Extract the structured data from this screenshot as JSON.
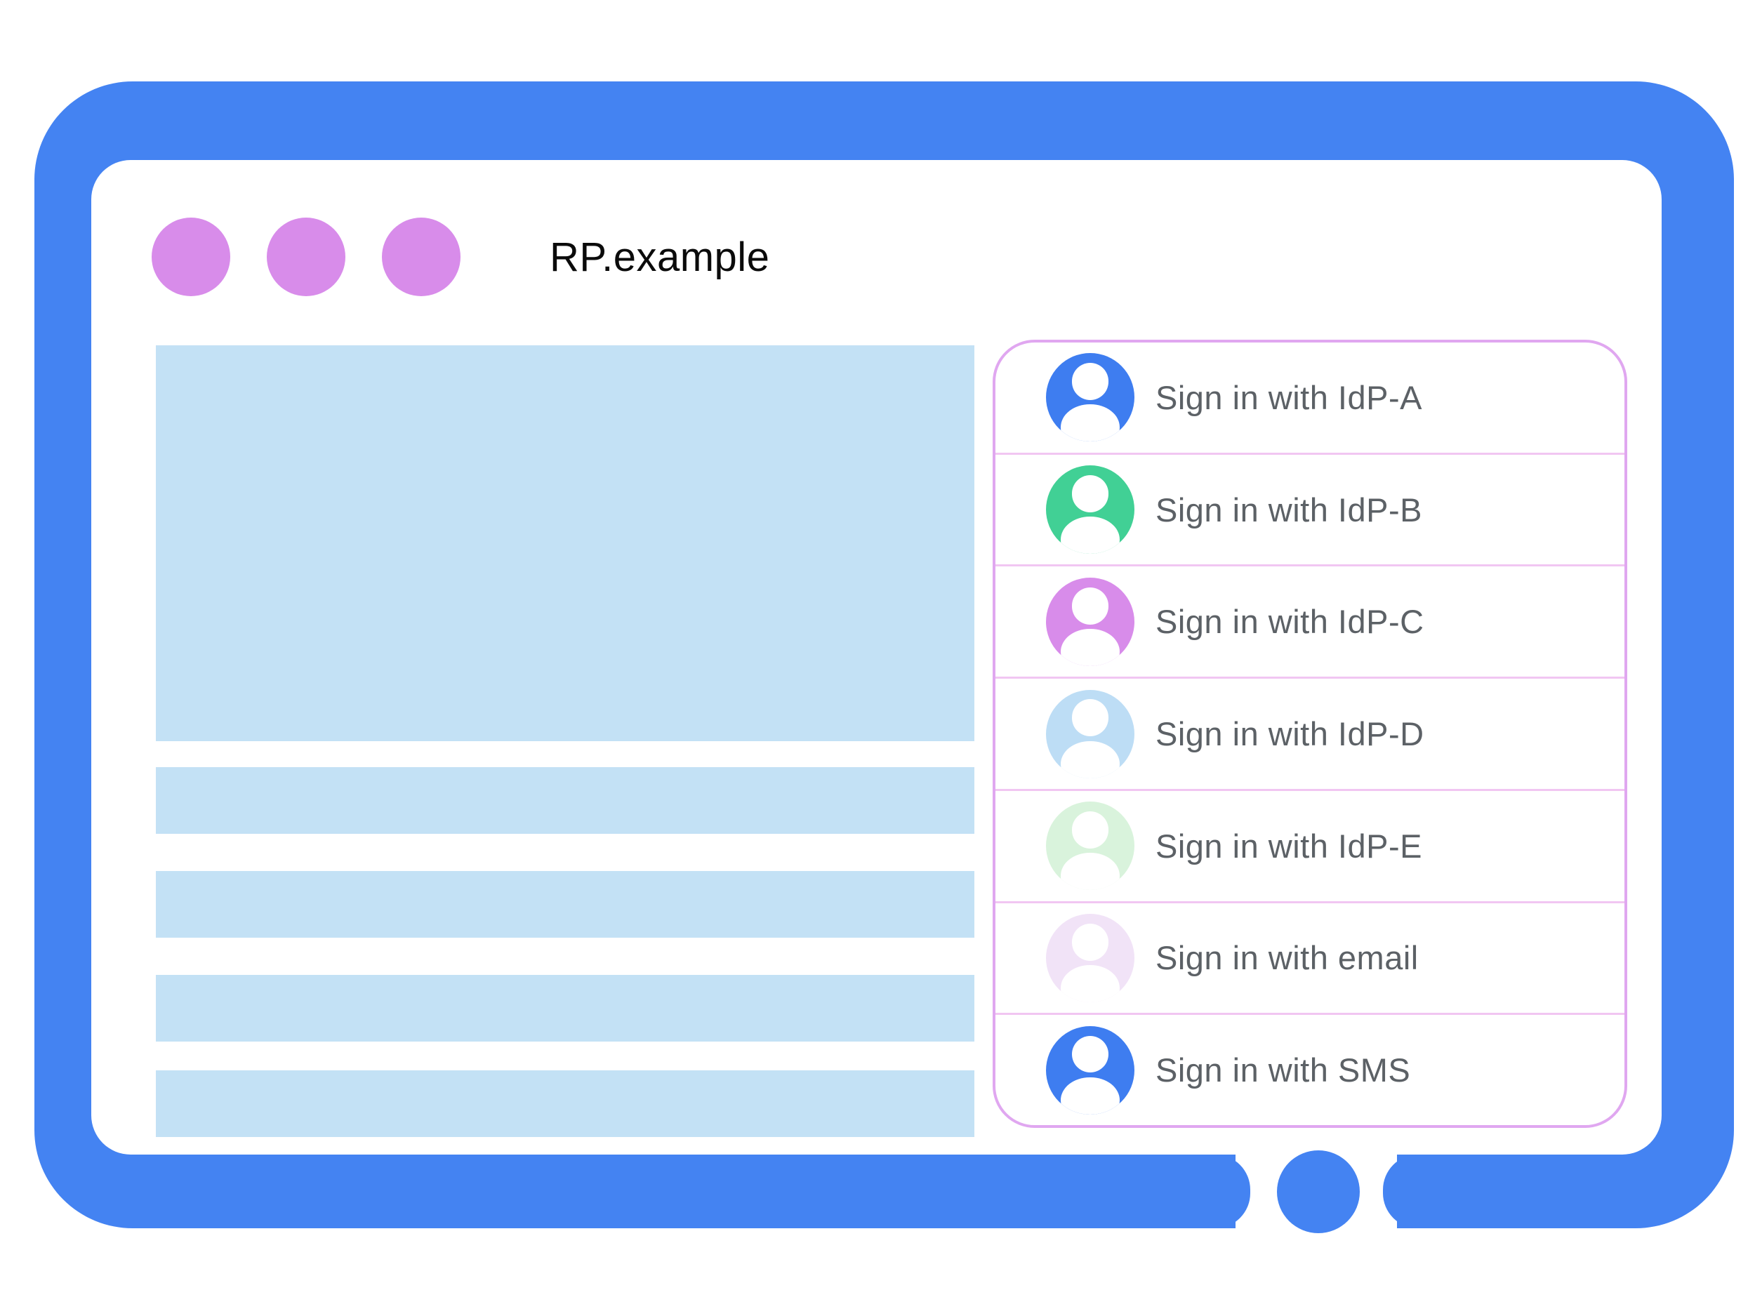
{
  "browser": {
    "title": "RP.example",
    "window_dot_count": 3
  },
  "signin_panel": {
    "options": [
      {
        "label": "Sign in with IdP-A",
        "avatar_icon": "person-icon",
        "avatar_color": "#3E7DF0"
      },
      {
        "label": "Sign in with IdP-B",
        "avatar_icon": "person-icon",
        "avatar_color": "#41D095"
      },
      {
        "label": "Sign in with IdP-C",
        "avatar_icon": "person-icon",
        "avatar_color": "#D88CEA"
      },
      {
        "label": "Sign in with IdP-D",
        "avatar_icon": "person-icon",
        "avatar_color": "#BDDDF5"
      },
      {
        "label": "Sign in with IdP-E",
        "avatar_icon": "person-icon",
        "avatar_color": "#D9F3DC"
      },
      {
        "label": "Sign in with email",
        "avatar_icon": "person-icon",
        "avatar_color": "#F1E3F7"
      },
      {
        "label": "Sign in with SMS",
        "avatar_icon": "person-icon",
        "avatar_color": "#3E7DF0"
      }
    ]
  },
  "colors": {
    "frame_blue": "#4483F2",
    "window_dot_purple": "#D88CEA",
    "content_placeholder_blue": "#C3E1F5",
    "panel_border_purple": "#E0A7F0",
    "panel_divider_purple": "#F1C6F2",
    "label_gray": "#5C6166",
    "title_black": "#0B0B0B"
  }
}
